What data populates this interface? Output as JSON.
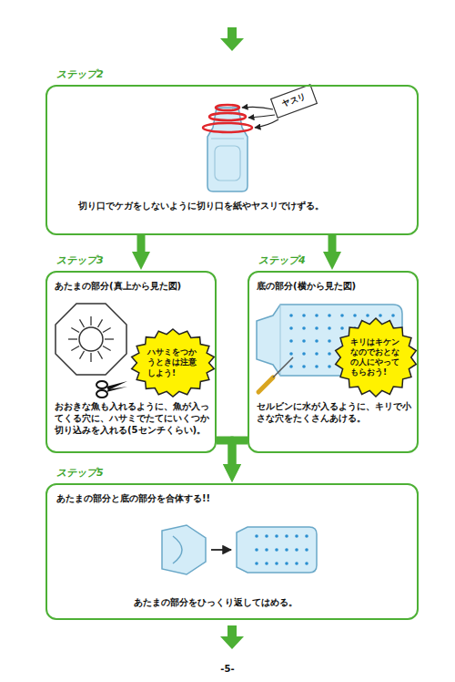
{
  "diagram": {
    "nodes": [
      {
        "text": [
          "ステップ2",
          "切り口でケガをしないように切り口を紙やヤスリでけずる。"
        ]
      },
      {
        "text": [
          "ステップ3",
          "あたまの部分(真上から見た図)",
          "おおきな魚も入れるように、魚が入ってくる穴に、ハサミでたてにいくつか切り込みを入れる(5センチくらい)。"
        ]
      },
      {
        "text": [
          "ハサミをつかうときは注意しよう!"
        ],
        "in": 1
      },
      {
        "text": [
          "ステップ4",
          "底の部分(横から見た図)",
          "セルビンに水が入るように、キリで小さな穴をたくさんあける。"
        ]
      },
      {
        "text": [
          "キリはキケンなのでおとなの人にやってもらおう!"
        ],
        "in": 3
      },
      {
        "text": [
          "ステップ5",
          "あたまの部分と底の部分を合体する!!",
          "あたまの部分をひっくり返してはめる。"
        ]
      }
    ],
    "edges": [
      {
        "from": 0,
        "to": 1,
        "arrow": "to"
      },
      {
        "from": 0,
        "to": 3,
        "arrow": "to"
      },
      {
        "from": 1,
        "to": 5,
        "arrow": "to"
      },
      {
        "from": 3,
        "to": 5,
        "arrow": "to"
      }
    ],
    "labels": [
      "ヤスリ",
      "-5-"
    ]
  }
}
